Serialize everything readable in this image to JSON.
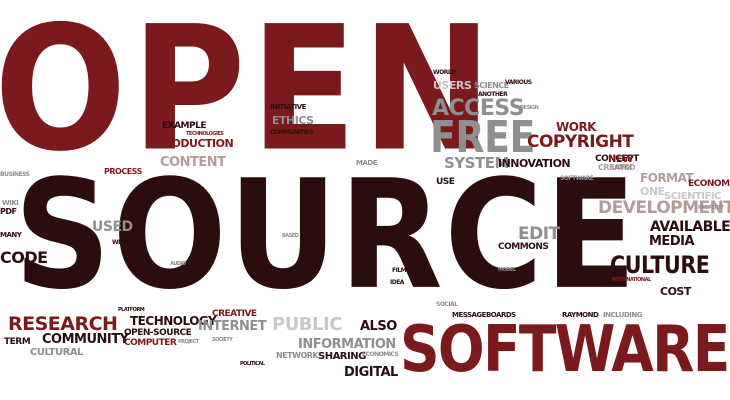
{
  "cloud": {
    "colors": {
      "maroon": "#7a1a1c",
      "dark": "#2b0d0e",
      "gray": "#8f8f8f",
      "lightgray": "#c8c8c8",
      "midmaroon": "#8b3a3a",
      "rose": "#b59a9a"
    },
    "words": [
      {
        "text": "OPEN",
        "color": "maroon",
        "style": "stencil"
      },
      {
        "text": "SOURCE",
        "color": "dark",
        "style": "stencil"
      },
      {
        "text": "SOFTWARE",
        "color": "maroon"
      },
      {
        "text": "FREE",
        "color": "gray"
      },
      {
        "text": "ACCESS",
        "color": "gray"
      },
      {
        "text": "COPYRIGHT",
        "color": "maroon"
      },
      {
        "text": "WORK",
        "color": "maroon"
      },
      {
        "text": "SYSTEM",
        "color": "gray"
      },
      {
        "text": "INNOVATION",
        "color": "dark"
      },
      {
        "text": "DEVELOPMENT",
        "color": "rose"
      },
      {
        "text": "AVAILABLE",
        "color": "dark"
      },
      {
        "text": "MEDIA",
        "color": "dark"
      },
      {
        "text": "CULTURE",
        "color": "dark"
      },
      {
        "text": "RESEARCH",
        "color": "maroon"
      },
      {
        "text": "COMMUNITY",
        "color": "dark"
      },
      {
        "text": "TECHNOLOGY",
        "color": "dark"
      },
      {
        "text": "CODE",
        "color": "dark"
      },
      {
        "text": "USED",
        "color": "gray"
      },
      {
        "text": "EDIT",
        "color": "gray"
      },
      {
        "text": "PRODUCTION",
        "color": "maroon"
      },
      {
        "text": "CONTENT",
        "color": "rose"
      },
      {
        "text": "EXAMPLE",
        "color": "dark"
      },
      {
        "text": "ETHICS",
        "color": "gray"
      },
      {
        "text": "INTERNET",
        "color": "gray"
      },
      {
        "text": "PUBLIC",
        "color": "lightgray"
      },
      {
        "text": "INFORMATION",
        "color": "gray"
      },
      {
        "text": "ALSO",
        "color": "dark"
      },
      {
        "text": "DIGITAL",
        "color": "dark"
      },
      {
        "text": "SHARING",
        "color": "dark"
      },
      {
        "text": "CREATIVE",
        "color": "maroon"
      },
      {
        "text": "COMMONS",
        "color": "dark"
      },
      {
        "text": "FORMAT",
        "color": "rose"
      },
      {
        "text": "COST",
        "color": "dark"
      },
      {
        "text": "ECONOMIC",
        "color": "maroon"
      },
      {
        "text": "CONCEPT",
        "color": "dark"
      },
      {
        "text": "CREATED",
        "color": "rose"
      },
      {
        "text": "NEW",
        "color": "maroon"
      },
      {
        "text": "OPEN-SOURCE",
        "color": "dark"
      },
      {
        "text": "COMPUTER",
        "color": "maroon"
      },
      {
        "text": "CULTURAL",
        "color": "gray"
      },
      {
        "text": "TERM",
        "color": "dark"
      },
      {
        "text": "USERS",
        "color": "lightgray"
      },
      {
        "text": "SCIENCE",
        "color": "gray"
      },
      {
        "text": "PROCESS",
        "color": "maroon"
      },
      {
        "text": "INITIATIVE",
        "color": "dark"
      },
      {
        "text": "MESSAGEBOARDS",
        "color": "dark"
      },
      {
        "text": "RAYMOND",
        "color": "dark"
      },
      {
        "text": "INCLUDING",
        "color": "gray"
      },
      {
        "text": "NETWORK",
        "color": "gray"
      },
      {
        "text": "USE",
        "color": "dark"
      },
      {
        "text": "WORLD",
        "color": "dark"
      },
      {
        "text": "VARIOUS",
        "color": "dark"
      },
      {
        "text": "ANOTHER",
        "color": "dark"
      },
      {
        "text": "TECHNOLOGIES",
        "color": "maroon"
      },
      {
        "text": "COMMUNITIES",
        "color": "dark"
      },
      {
        "text": "ONE",
        "color": "lightgray"
      },
      {
        "text": "SCIENTIFIC",
        "color": "lightgray"
      },
      {
        "text": "SOCIAL",
        "color": "gray"
      },
      {
        "text": "WIKI",
        "color": "gray"
      },
      {
        "text": "PDF",
        "color": "dark"
      },
      {
        "text": "MANY",
        "color": "dark"
      },
      {
        "text": "BUSINESS",
        "color": "gray"
      },
      {
        "text": "MADE",
        "color": "gray"
      },
      {
        "text": "PLATFORM",
        "color": "dark"
      },
      {
        "text": "INTERNATIONAL",
        "color": "maroon"
      },
      {
        "text": "POLITICAL",
        "color": "dark"
      },
      {
        "text": "ECONOMICS",
        "color": "gray"
      },
      {
        "text": "FILM",
        "color": "dark"
      },
      {
        "text": "IDEA",
        "color": "dark"
      },
      {
        "text": "WEB",
        "color": "dark"
      },
      {
        "text": "SOFTWARE",
        "color": "gray"
      },
      {
        "text": "PROJECT",
        "color": "gray"
      },
      {
        "text": "PROPERTY",
        "color": "gray"
      },
      {
        "text": "LICENSE",
        "color": "gray"
      },
      {
        "text": "AUDIO",
        "color": "gray"
      },
      {
        "text": "MODEL",
        "color": "gray"
      },
      {
        "text": "BASED",
        "color": "gray"
      },
      {
        "text": "DESIGN",
        "color": "gray"
      },
      {
        "text": "SOCIETY",
        "color": "gray"
      }
    ]
  }
}
